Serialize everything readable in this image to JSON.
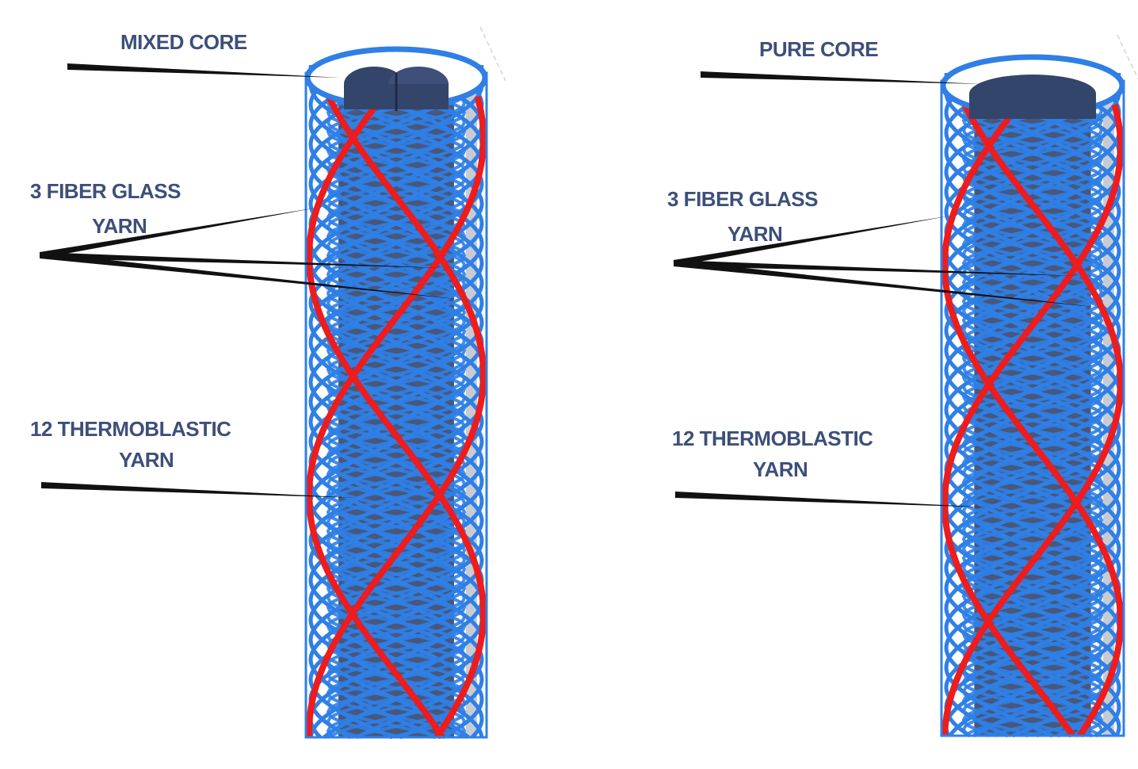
{
  "panels": [
    {
      "core_label": "MIXED CORE",
      "fiber_label_line1": "3 FIBER GLASS",
      "fiber_label_line2": "YARN",
      "thermo_label_line1": "12 THERMOBLASTIC",
      "thermo_label_line2": "YARN",
      "core_type": "mixed"
    },
    {
      "core_label": "PURE  CORE",
      "fiber_label_line1": "3 FIBER GLASS",
      "fiber_label_line2": "YARN",
      "thermo_label_line1": "12 THERMOBLASTIC",
      "thermo_label_line2": "YARN",
      "core_type": "pure"
    }
  ],
  "colors": {
    "label_text": "#3d4f7a",
    "braid_blue": "#2f7fe6",
    "braid_red": "#ee1c1c",
    "core_navy": "#34456b",
    "leader_black": "#111111"
  }
}
